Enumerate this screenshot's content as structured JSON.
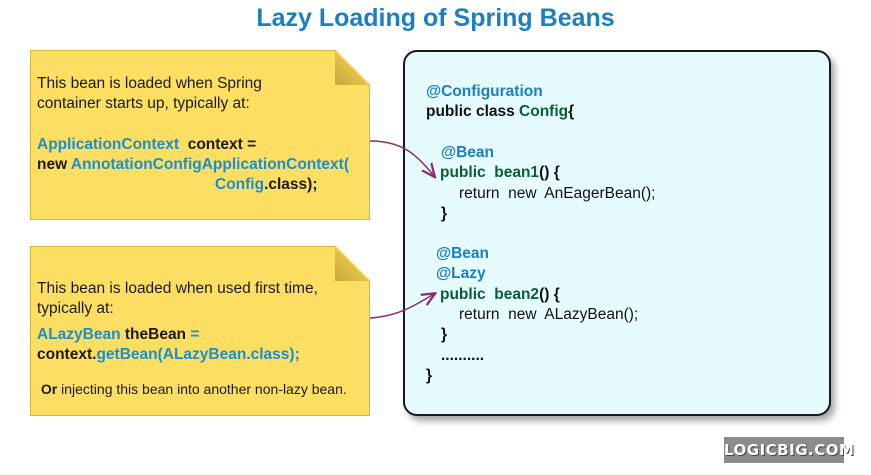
{
  "title": "Lazy Loading of Spring Beans",
  "note1": {
    "intro_line1": "This bean is loaded when Spring",
    "intro_line2": "container starts up, typically at:",
    "code_type": "ApplicationContext",
    "code_var": "context =",
    "code_new": "new",
    "code_class": "AnnotationConfigApplicationContext(",
    "code_arg": "Config",
    "code_arg_suffix": ".class);"
  },
  "note2": {
    "intro_line1": "This bean is loaded when used first time,",
    "intro_line2": "typically at:",
    "code_type": "ALazyBean",
    "code_var": "theBean",
    "code_eq": "=",
    "code_ctx": "context.",
    "code_method": "getBean(",
    "code_arg": "ALazyBean",
    "code_arg_suffix": ".class);",
    "footer_bold": "Or",
    "footer_rest": " injecting this bean into another non-lazy bean."
  },
  "code": {
    "ann_configuration": "@Configuration",
    "class_decl_prefix": "public class ",
    "class_name": "Config",
    "class_brace": "{",
    "bean1_ann": "@Bean",
    "bean1_sig_kw": "public  bean1",
    "bean1_sig_rest": "() {",
    "bean1_body": "return  new  AnEagerBean();",
    "bean1_close": "}",
    "bean2_ann": "@Bean",
    "bean2_lazy": "@Lazy",
    "bean2_sig_kw": "public  bean2",
    "bean2_sig_rest": "() {",
    "bean2_body": "return  new  ALazyBean();",
    "bean2_close": "}",
    "ellipsis": "..........",
    "class_close": "}"
  },
  "logo": "LOGICBIG.COM",
  "colors": {
    "title": "#1a7fc3",
    "note_fill": "#fcdf62",
    "code_fill": "#e6fbfd",
    "annotation": "#1a7fc3",
    "keyword": "#0a5d35",
    "arrow": "#8b2a6e"
  }
}
